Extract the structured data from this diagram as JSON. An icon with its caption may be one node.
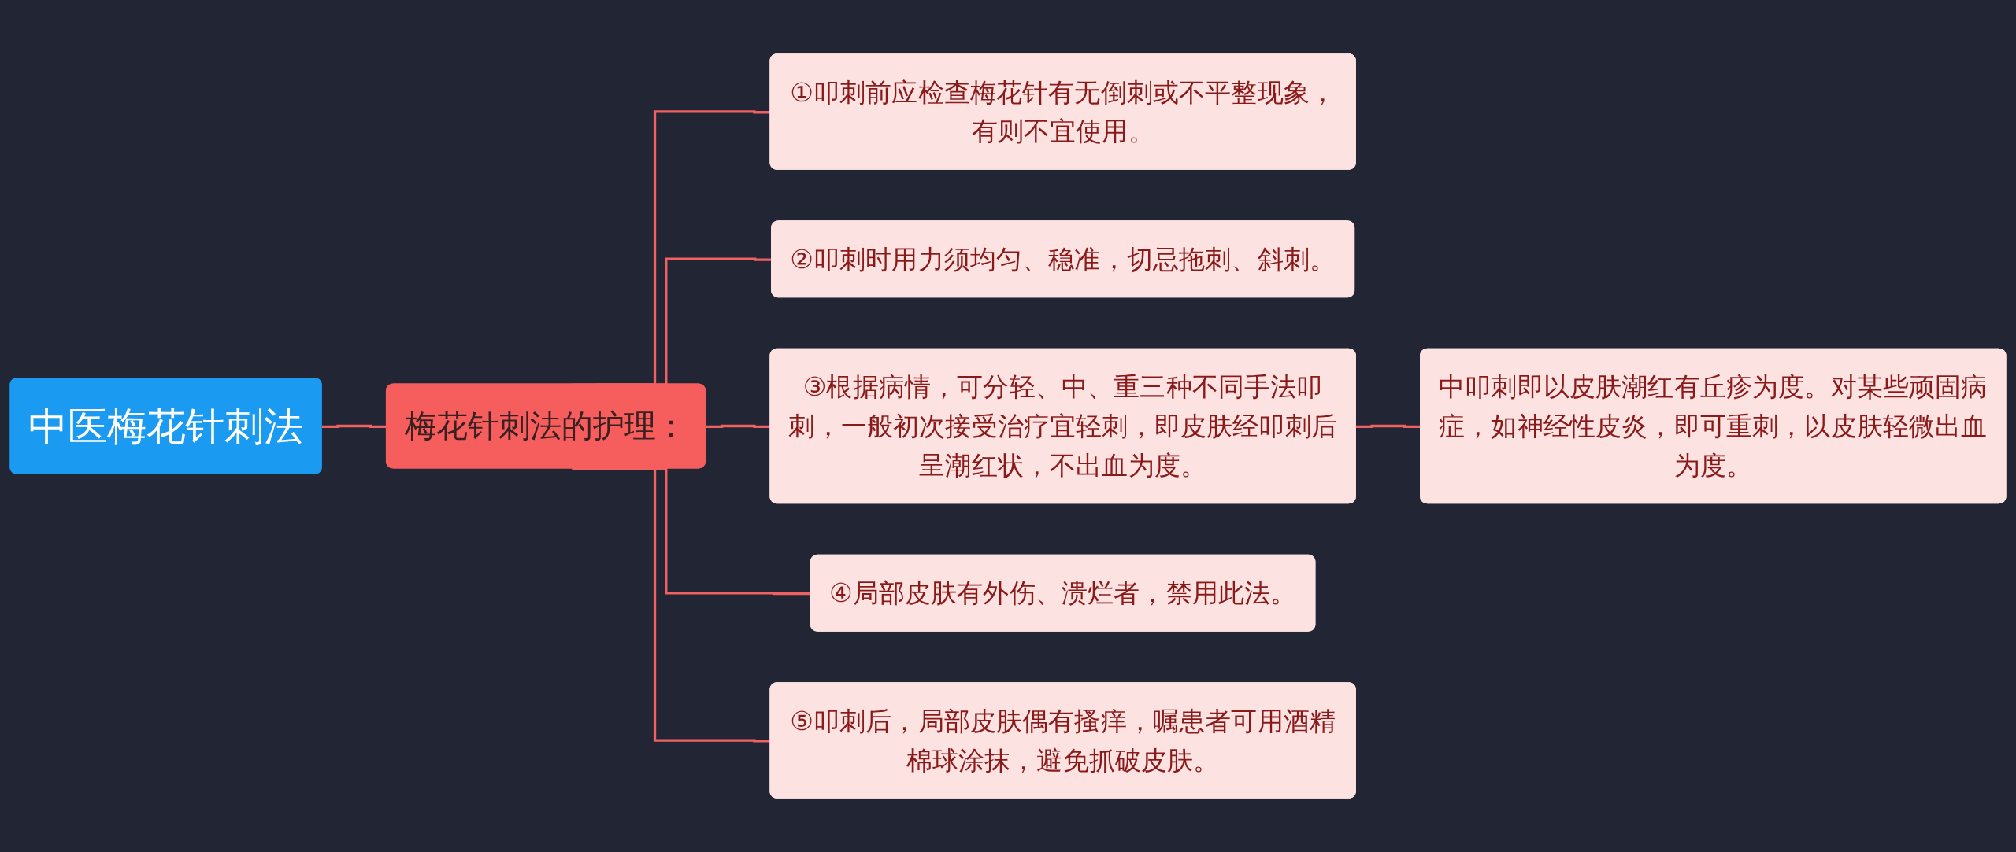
{
  "diagram": {
    "nodes": [
      {
        "text": [
          "中医梅花针刺法"
        ]
      },
      {
        "text": [
          "梅花针刺法的护理："
        ]
      },
      {
        "text": [
          "①叩刺前应检查梅花针有无倒刺或不平整现象，有则不宜使用。"
        ]
      },
      {
        "text": [
          "②叩刺时用力须均匀、稳准，切忌拖刺、斜刺。"
        ]
      },
      {
        "text": [
          "③根据病情，可分轻、中、重三种不同手法叩刺，一般初次接受治疗宜轻刺，即皮肤经叩刺后呈潮红状，不出血为度。"
        ]
      },
      {
        "text": [
          "④局部皮肤有外伤、溃烂者，禁用此法。"
        ]
      },
      {
        "text": [
          "⑤叩刺后，局部皮肤偶有搔痒，嘱患者可用酒精棉球涂抹，避免抓破皮肤。"
        ]
      },
      {
        "text": [
          "中叩刺即以皮肤潮红有丘疹为度。对某些顽固病症，如神经性皮炎，即可重刺，以皮肤轻微出血为度。"
        ]
      }
    ],
    "edges": [
      {
        "from": 0,
        "to": 1,
        "arrow": "none"
      },
      {
        "from": 1,
        "to": 2,
        "arrow": "none"
      },
      {
        "from": 1,
        "to": 3,
        "arrow": "none"
      },
      {
        "from": 1,
        "to": 4,
        "arrow": "none"
      },
      {
        "from": 1,
        "to": 5,
        "arrow": "none"
      },
      {
        "from": 1,
        "to": 6,
        "arrow": "none"
      },
      {
        "from": 4,
        "to": 7,
        "arrow": "none"
      }
    ]
  }
}
